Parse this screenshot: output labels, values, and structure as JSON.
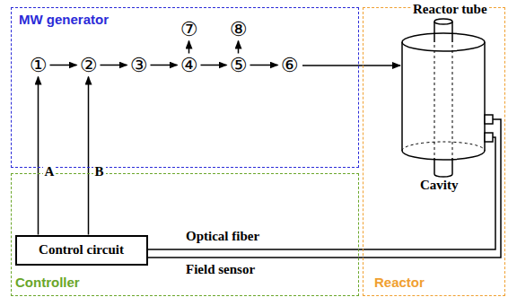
{
  "diagram": {
    "nodes": [
      {
        "text": [
          "MW generator"
        ]
      },
      {
        "text": [
          "①"
        ],
        "in": 0
      },
      {
        "text": [
          "②"
        ],
        "in": 0
      },
      {
        "text": [
          "③"
        ],
        "in": 0
      },
      {
        "text": [
          "④"
        ],
        "in": 0
      },
      {
        "text": [
          "⑤"
        ],
        "in": 0
      },
      {
        "text": [
          "⑥"
        ],
        "in": 0
      },
      {
        "text": [
          "⑦"
        ],
        "in": 0
      },
      {
        "text": [
          "⑧"
        ],
        "in": 0
      },
      {
        "text": [
          "Reactor"
        ]
      },
      {
        "text": [
          "Controller"
        ]
      },
      {
        "text": [
          "Control circuit"
        ],
        "in": 10
      }
    ],
    "edges": [
      {
        "from": 1,
        "to": 2,
        "arrow": "to"
      },
      {
        "from": 2,
        "to": 3,
        "arrow": "to"
      },
      {
        "from": 3,
        "to": 4,
        "arrow": "to"
      },
      {
        "from": 4,
        "to": 5,
        "arrow": "to"
      },
      {
        "from": 5,
        "to": 6,
        "arrow": "to"
      },
      {
        "from": 4,
        "to": 7,
        "arrow": "to"
      },
      {
        "from": 5,
        "to": 8,
        "arrow": "to"
      },
      {
        "from": 11,
        "to": 1,
        "label": "A",
        "arrow": "to"
      },
      {
        "from": 11,
        "to": 2,
        "label": "B",
        "arrow": "to"
      }
    ],
    "labels": [
      "Reactor tube",
      "Cavity",
      "Optical fiber",
      "Field sensor"
    ]
  }
}
